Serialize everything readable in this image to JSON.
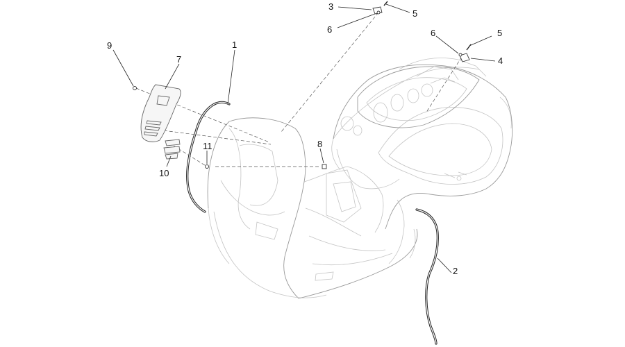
{
  "callouts": [
    {
      "id": "c1",
      "label": "1"
    },
    {
      "id": "c2",
      "label": "2"
    },
    {
      "id": "c3",
      "label": "3"
    },
    {
      "id": "c4",
      "label": "4"
    },
    {
      "id": "c5a",
      "label": "5"
    },
    {
      "id": "c5b",
      "label": "5"
    },
    {
      "id": "c6a",
      "label": "6"
    },
    {
      "id": "c6b",
      "label": "6"
    },
    {
      "id": "c7",
      "label": "7"
    },
    {
      "id": "c8",
      "label": "8"
    },
    {
      "id": "c9",
      "label": "9"
    },
    {
      "id": "c10",
      "label": "10"
    },
    {
      "id": "c11",
      "label": "11"
    }
  ]
}
